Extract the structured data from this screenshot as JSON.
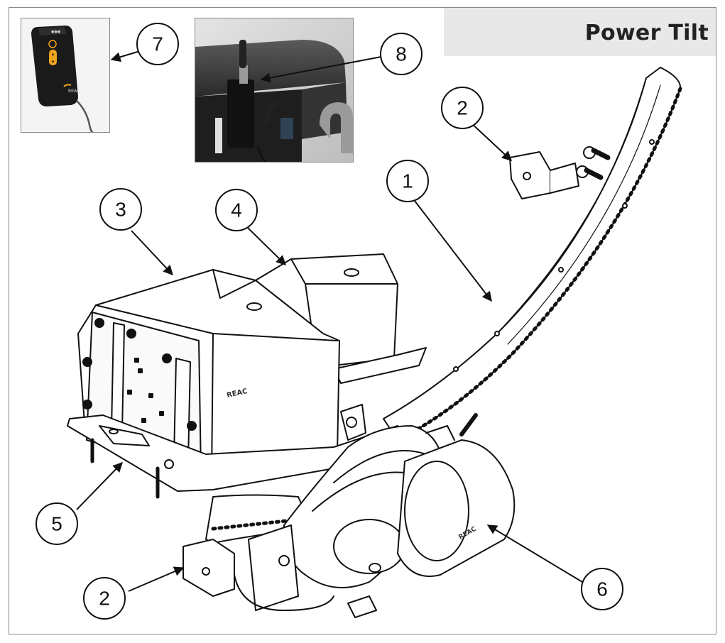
{
  "title": "Power Tilt",
  "callouts": {
    "c1": "1",
    "c2a": "2",
    "c2b": "2",
    "c3": "3",
    "c4": "4",
    "c5": "5",
    "c6": "6",
    "c7": "7",
    "c8": "8"
  },
  "brand_marks": {
    "actuator_box": "REAC",
    "motor": "REAC",
    "remote": "REAC"
  },
  "colors": {
    "title_bg": "#e8e8e8",
    "frame": "#8a8a8a",
    "remote_button": "#f2a51c"
  }
}
